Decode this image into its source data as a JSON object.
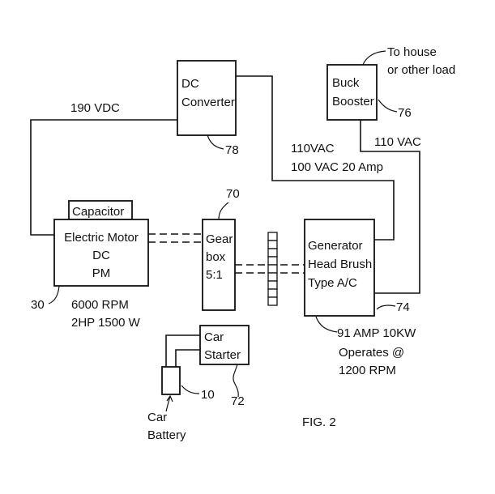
{
  "figure": {
    "caption": "FIG. 2",
    "components": {
      "dc_converter": {
        "lines": [
          "DC",
          "Converter"
        ],
        "ref": "78"
      },
      "buck_booster": {
        "lines": [
          "Buck",
          "Booster"
        ],
        "ref": "76"
      },
      "capacitor": {
        "label": "Capacitor"
      },
      "electric_motor": {
        "lines": [
          "Electric Motor",
          "DC",
          "PM"
        ],
        "ref": "30",
        "specs": [
          "6000 RPM",
          "2HP 1500 W"
        ]
      },
      "gear_box": {
        "lines": [
          "Gear",
          "box",
          "5:1"
        ],
        "ref": "70"
      },
      "generator": {
        "lines": [
          "Generator",
          "Head Brush",
          "Type A/C"
        ],
        "ref": "74",
        "specs": [
          "91 AMP 10KW",
          "Operates @",
          "1200 RPM"
        ]
      },
      "car_starter": {
        "lines": [
          "Car",
          "Starter"
        ],
        "ref": "72"
      },
      "car_battery": {
        "lines": [
          "Car",
          "Battery"
        ],
        "ref": "10"
      }
    },
    "annotations": {
      "motor_to_converter": "190 VDC",
      "converter_to_generator": [
        "110VAC",
        "100 VAC 20 Amp"
      ],
      "booster_to_generator": "110 VAC",
      "booster_output": [
        "To house",
        "or other load"
      ]
    }
  }
}
